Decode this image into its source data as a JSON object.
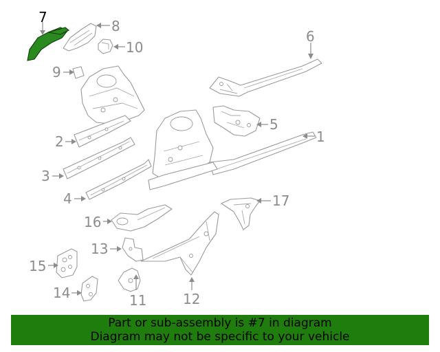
{
  "callouts": {
    "c1": "1",
    "c2": "2",
    "c3": "3",
    "c4": "4",
    "c5": "5",
    "c6": "6",
    "c7": "7",
    "c8": "8",
    "c9": "9",
    "c10": "10",
    "c11": "11",
    "c12": "12",
    "c13": "13",
    "c14": "14",
    "c15": "15",
    "c16": "16",
    "c17": "17"
  },
  "highlighted_part": "7",
  "colors": {
    "highlight_part": "#2b8a1f",
    "banner_background": "#1f7d0e",
    "callout_gray": "#8c8c8c"
  },
  "banner": {
    "line1": "Part or sub-assembly is #7 in diagram",
    "line2": "Diagram may not be specific to your vehicle"
  }
}
